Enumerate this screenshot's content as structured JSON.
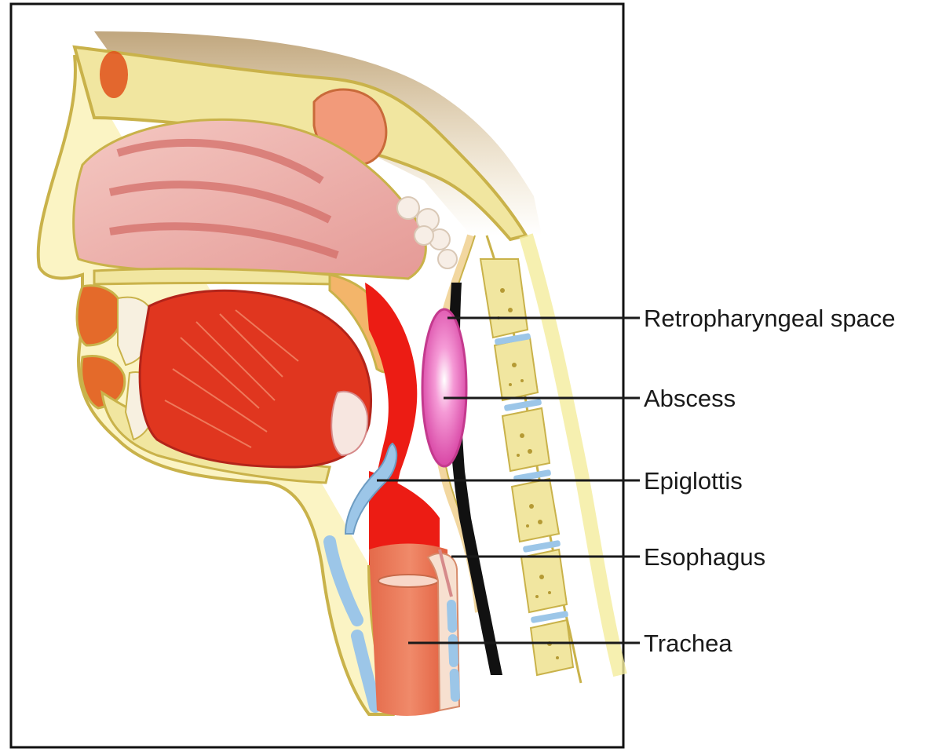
{
  "labels": {
    "retropharyngeal_space": "Retropharyngeal space",
    "abscess": "Abscess",
    "epiglottis": "Epiglottis",
    "esophagus": "Esophagus",
    "trachea": "Trachea"
  },
  "colors": {
    "bone": "#f1e6a0",
    "bone_edge": "#c9b24a",
    "bone_marrow": "#b59a34",
    "soft_tissue": "#f4c7b4",
    "nasal_tissue": "#e9a7a2",
    "muscle": "#e0361f",
    "airway_red": "#ec1c14",
    "abscess_pink": "#e04bb0",
    "cartilage_blue": "#9cc6e8",
    "skin_yellow": "#f4ec9c",
    "shadow_brown": "#9a6a1a",
    "line": "#1a1a1a"
  }
}
